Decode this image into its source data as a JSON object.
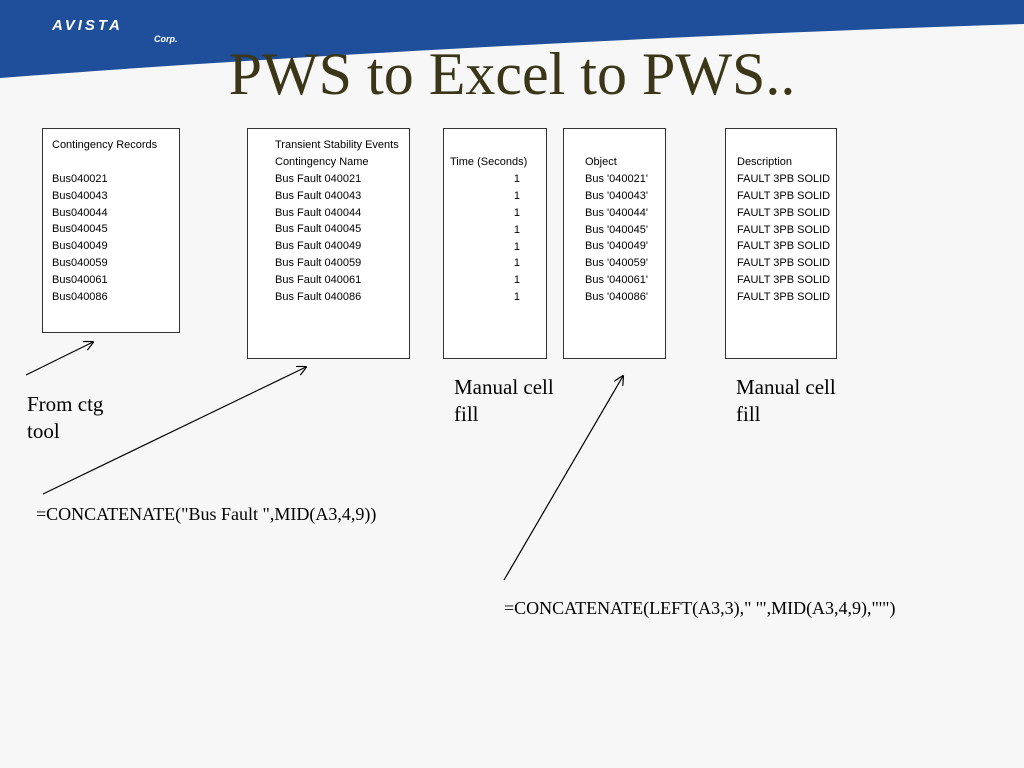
{
  "logo": {
    "main": "AVISTA",
    "sub": "Corp."
  },
  "title": "PWS to Excel to PWS..",
  "contingency_records": {
    "header": "Contingency Records",
    "items": [
      "Bus040021",
      "Bus040043",
      "Bus040044",
      "Bus040045",
      "Bus040049",
      "Bus040059",
      "Bus040061",
      "Bus040086"
    ]
  },
  "transient_events": {
    "header": "Transient Stability Events",
    "subheader": "Contingency Name",
    "items": [
      "Bus Fault 040021",
      "Bus Fault 040043",
      "Bus Fault 040044",
      "Bus Fault 040045",
      "Bus Fault 040049",
      "Bus Fault 040059",
      "Bus Fault 040061",
      "Bus Fault 040086"
    ]
  },
  "time": {
    "header": "Time (Seconds)",
    "items": [
      "1",
      "1",
      "1",
      "1",
      "1",
      "1",
      "1",
      "1"
    ]
  },
  "object": {
    "header": "Object",
    "items": [
      "Bus '040021'",
      "Bus '040043'",
      "Bus '040044'",
      "Bus '040045'",
      "Bus '040049'",
      "Bus '040059'",
      "Bus '040061'",
      "Bus '040086'"
    ]
  },
  "description": {
    "header": "Description",
    "items": [
      "FAULT 3PB SOLID",
      "FAULT 3PB SOLID",
      "FAULT 3PB SOLID",
      "FAULT 3PB SOLID",
      "FAULT 3PB SOLID",
      "FAULT 3PB SOLID",
      "FAULT 3PB SOLID",
      "FAULT 3PB SOLID"
    ]
  },
  "notes": {
    "from_ctg": "From ctg\ntool",
    "manual_time": "Manual cell\nfill",
    "manual_desc": "Manual cell\nfill"
  },
  "formulas": {
    "bus_fault": "=CONCATENATE(\"Bus Fault \",MID(A3,4,9))",
    "object": "=CONCATENATE(LEFT(A3,3),\" '\",MID(A3,4,9),\"'\")"
  },
  "colors": {
    "header_blue": "#1f4e9a",
    "title": "#3b3618"
  }
}
